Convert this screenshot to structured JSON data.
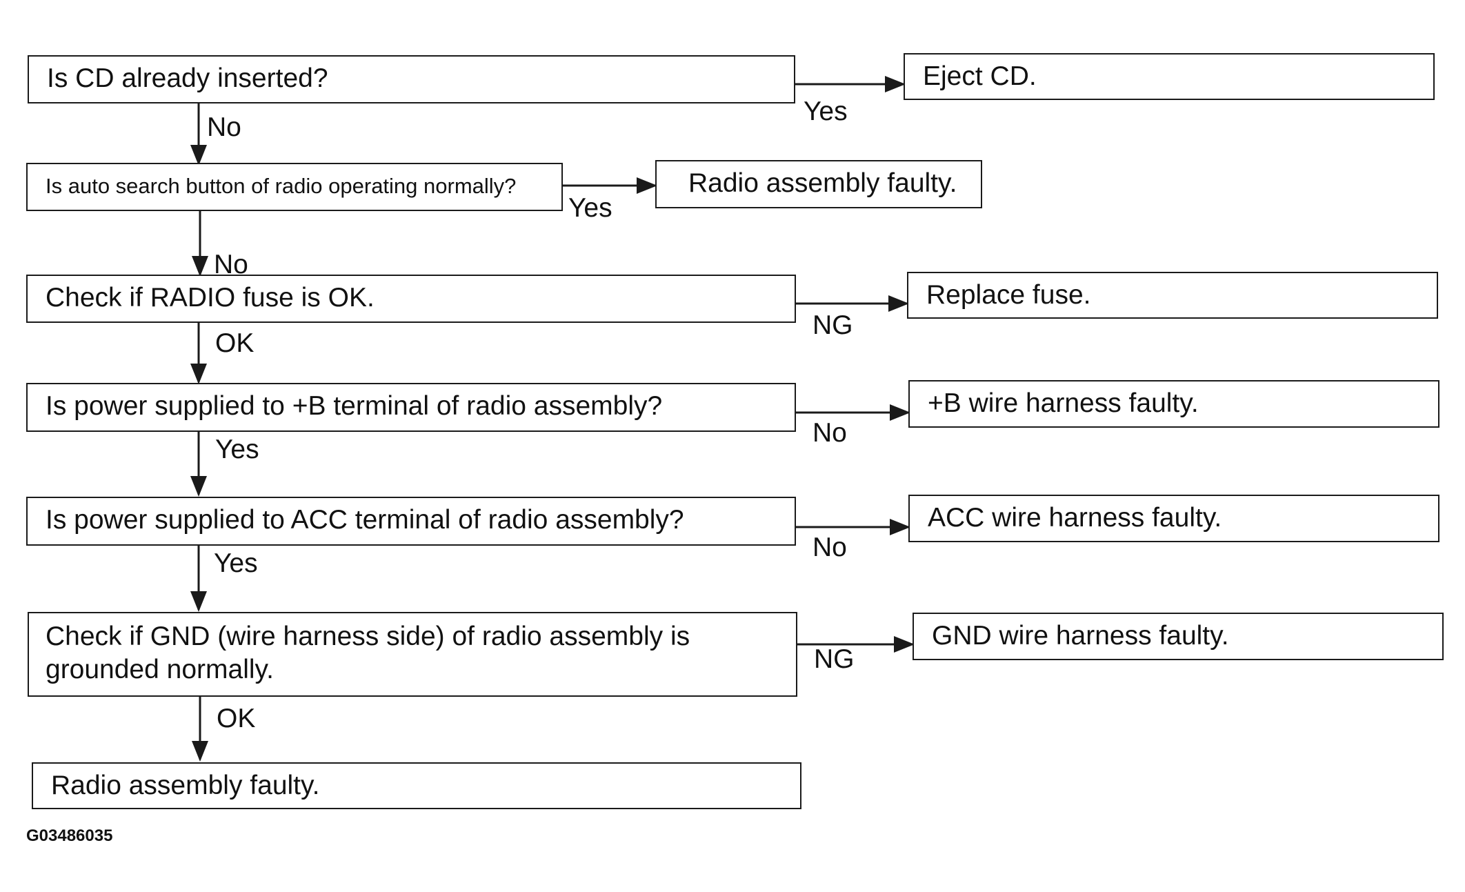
{
  "questions": [
    "Is CD already inserted?",
    "Is auto search button of radio operating normally?",
    "Check if RADIO fuse is OK.",
    "Is power supplied to +B terminal of radio assembly?",
    "Is power supplied to ACC terminal of radio assembly?",
    "Check if GND (wire harness side) of radio assembly is grounded normally."
  ],
  "results": [
    "Eject CD.",
    "Radio assembly faulty.",
    "Replace fuse.",
    "+B wire harness faulty.",
    "ACC wire harness faulty.",
    "GND wire harness faulty."
  ],
  "final": "Radio assembly faulty.",
  "down_labels": [
    "No",
    "No",
    "OK",
    "Yes",
    "Yes",
    "OK"
  ],
  "side_labels": [
    "Yes",
    "Yes",
    "NG",
    "No",
    "No",
    "NG"
  ],
  "figure_code": "G03486035"
}
